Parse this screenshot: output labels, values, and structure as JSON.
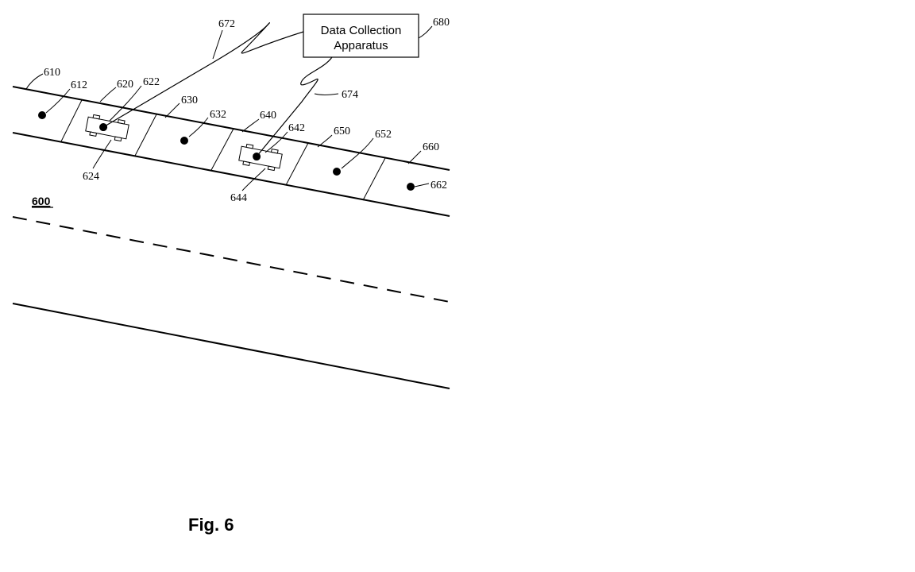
{
  "figure": {
    "title": "Fig. 6",
    "diagram_id": "600",
    "box": {
      "line1": "Data Collection",
      "line2": "Apparatus",
      "ref": "680"
    },
    "refs": {
      "r610": "610",
      "r612": "612",
      "r620": "620",
      "r622": "622",
      "r624": "624",
      "r630": "630",
      "r632": "632",
      "r640": "640",
      "r642": "642",
      "r644": "644",
      "r650": "650",
      "r652": "652",
      "r660": "660",
      "r662": "662",
      "r672": "672",
      "r674": "674"
    }
  }
}
